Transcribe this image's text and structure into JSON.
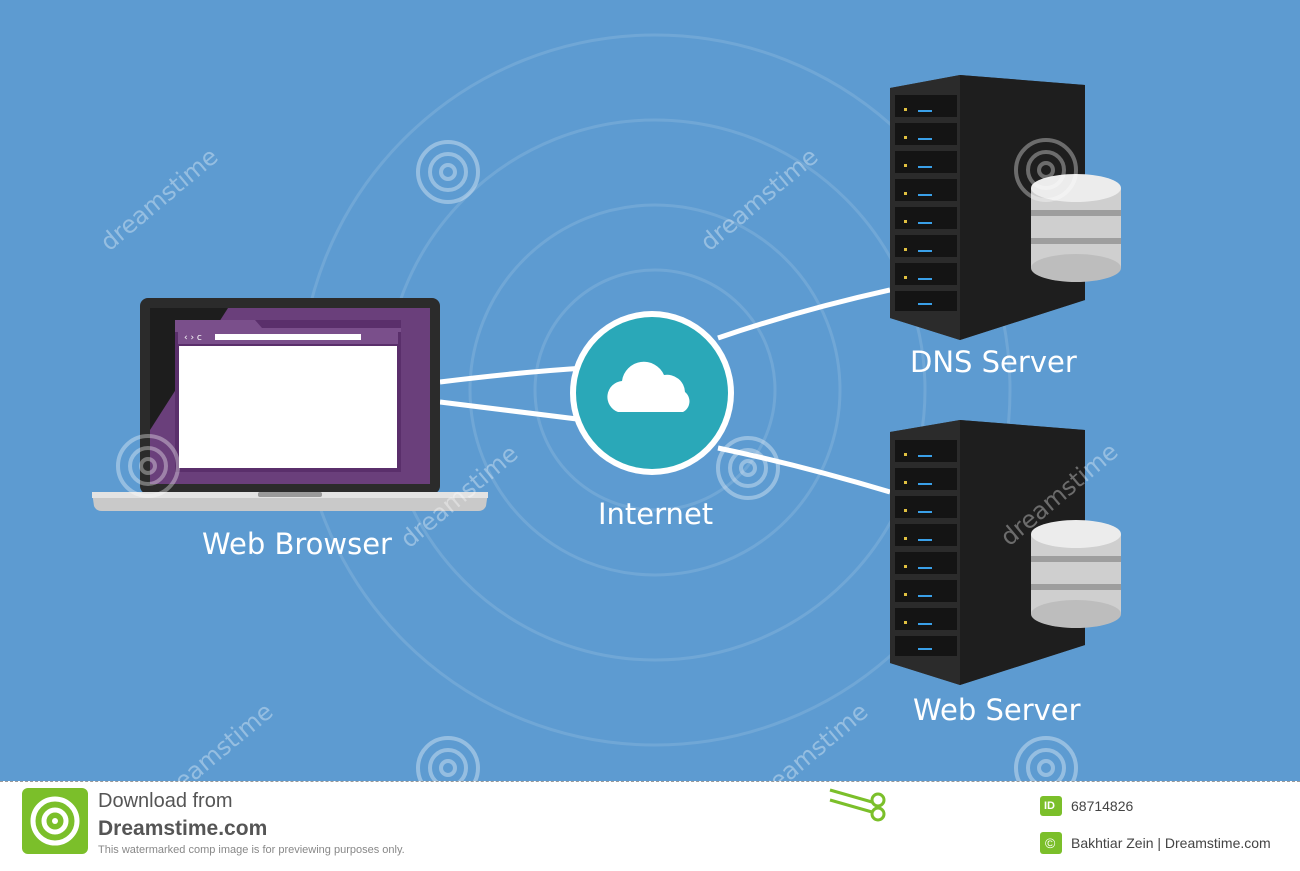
{
  "diagram": {
    "nodes": {
      "web_browser": "Web Browser",
      "internet": "Internet",
      "dns_server": "DNS Server",
      "web_server": "Web Server"
    },
    "browser_toolbar": "‹ › c",
    "colors": {
      "background": "#5d9bd1",
      "cloud_circle": "#2aa8b8",
      "browser_frame": "#6a3f7b",
      "server_body": "#2b2b2b",
      "link": "#ffffff"
    },
    "icons": [
      "laptop-icon",
      "cloud-icon",
      "server-rack-icon",
      "database-icon"
    ]
  },
  "watermark": {
    "brand_text": "dreamstime",
    "download_line": "Download from",
    "site": "Dreamstime.com",
    "disclaimer": "This watermarked comp image is for previewing purposes only.",
    "id_badge": "ID",
    "image_id": "68714826",
    "credit": "Bakhtiar Zein | Dreamstime.com",
    "copyright_symbol": "©"
  }
}
